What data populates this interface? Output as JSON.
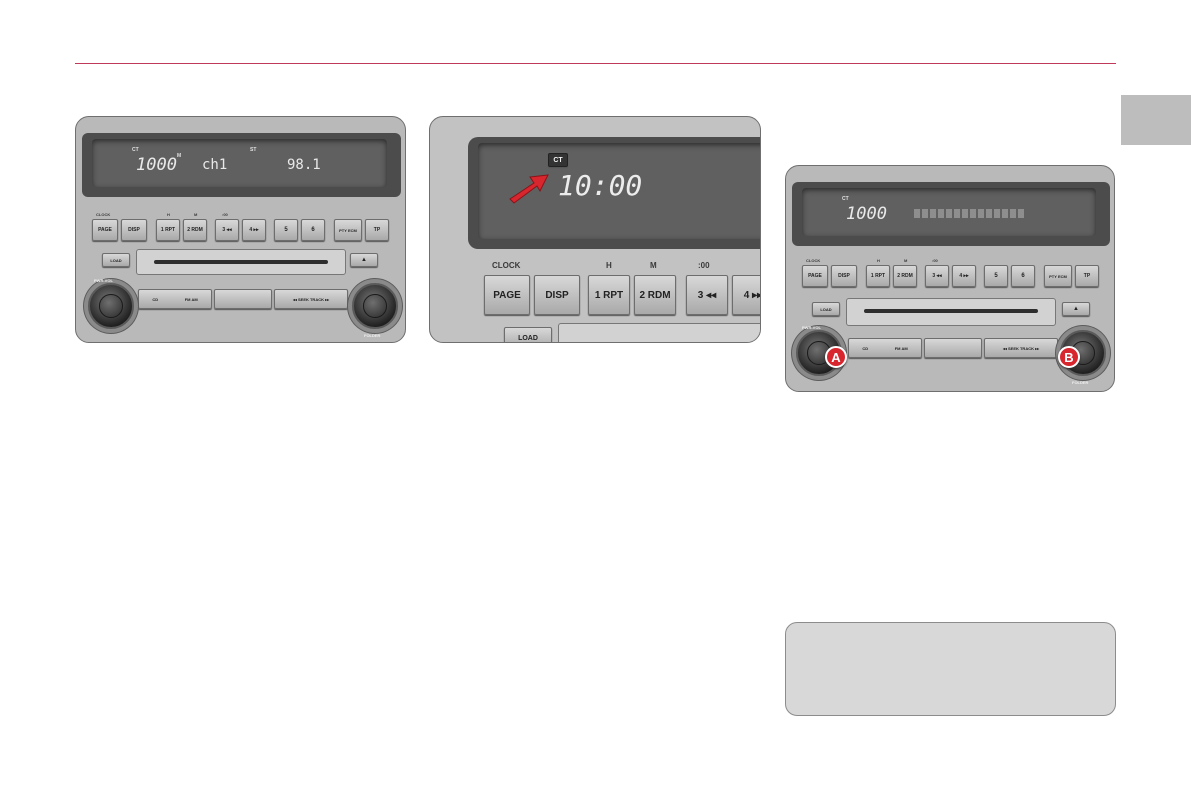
{
  "panel1": {
    "display": {
      "ct": "CT",
      "clock": "1000",
      "mark": "M",
      "channel": "ch1",
      "st": "ST",
      "frequency": "98.1"
    },
    "top_labels": {
      "clock": "CLOCK",
      "h": "H",
      "m": "M",
      "zero": ":00"
    },
    "buttons": [
      "PAGE",
      "DISP",
      "1 RPT",
      "2 RDM",
      "3 ◂◂",
      "4 ▸▸",
      "5",
      "6",
      "PTY ECM",
      "TP"
    ],
    "load": "LOAD",
    "cd": "CD",
    "fmam": "FM AM",
    "track": "◂◂ SEEK TRACK ▸▸",
    "left_knob": "PWR-VOL",
    "right_knob": "FOLDER"
  },
  "panel2": {
    "ct": "CT",
    "clock": "10:00",
    "top_labels": {
      "clock": "CLOCK",
      "h": "H",
      "m": "M",
      "zero": ":00"
    },
    "buttons": [
      "PAGE",
      "DISP",
      "1 RPT",
      "2 RDM",
      "3 ◂◂",
      "4 ▸▸"
    ],
    "load": "LOAD"
  },
  "panel3": {
    "display": {
      "ct": "CT",
      "clock": "1000"
    },
    "top_labels": {
      "clock": "CLOCK",
      "h": "H",
      "m": "M",
      "zero": ":00"
    },
    "buttons": [
      "PAGE",
      "DISP",
      "1 RPT",
      "2 RDM",
      "3 ◂◂",
      "4 ▸▸",
      "5",
      "6",
      "PTY ECM",
      "TP"
    ],
    "load": "LOAD",
    "cd": "CD",
    "fmam": "FM AM",
    "track": "◂◂ SEEK TRACK ▸▸",
    "left_knob": "PWR-VOL",
    "right_knob": "FOLDER",
    "badge_a": "A",
    "badge_b": "B"
  },
  "colors": {
    "rule": "#c0395a",
    "badge": "#d8262f",
    "tab": "#bdbdbd"
  }
}
